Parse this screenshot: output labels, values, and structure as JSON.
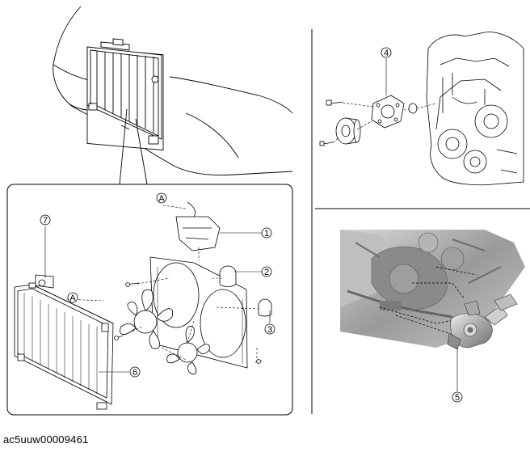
{
  "figure": {
    "code": "ac5uuw00009461",
    "callouts": {
      "c1": "1",
      "c2": "2",
      "c3": "3",
      "c4": "4",
      "c5": "5",
      "c6": "6",
      "c7": "7",
      "refA1": "A",
      "refA2": "A"
    },
    "parts": [
      "radiator-overview",
      "cooling-fan-exploded",
      "water-pump-exploded",
      "water-pump-engine-photo"
    ]
  }
}
